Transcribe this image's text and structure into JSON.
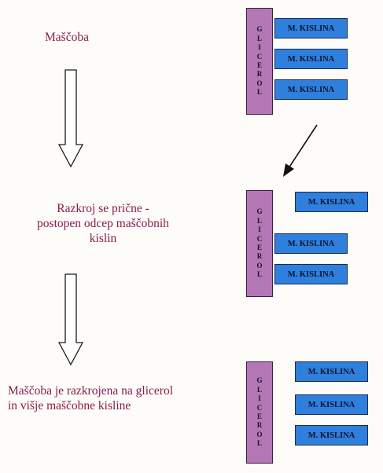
{
  "steps": [
    {
      "lines": [
        "Maščoba"
      ]
    },
    {
      "lines": [
        "Razkroj se prične -",
        "postopen odcep maščobnih",
        "kislin"
      ]
    },
    {
      "lines": [
        "Maščoba je razkrojena na glicerol",
        "in višje maščobne kisline"
      ]
    }
  ],
  "molecule": {
    "glycerol_letters": [
      "G",
      "L",
      "I",
      "C",
      "E",
      "R",
      "O",
      "L"
    ],
    "acid_label": "M. KISLINA",
    "states": [
      {
        "detached_acids": 0,
        "acids": 3
      },
      {
        "detached_acids": 1,
        "acids": 3
      },
      {
        "detached_acids": 3,
        "acids": 3
      }
    ]
  },
  "colors": {
    "text": "#8a1c4c",
    "glycerol": "#b477b5",
    "acid": "#2f7fdc"
  }
}
